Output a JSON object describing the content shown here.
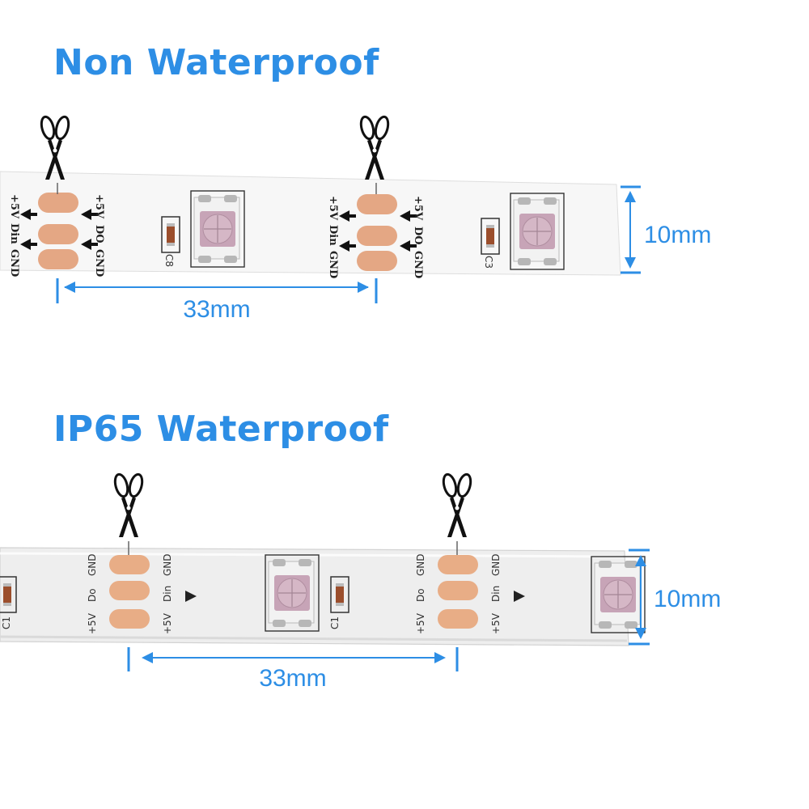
{
  "colors": {
    "accent": "#2d8ee5",
    "pad": "#e3a784",
    "strip": "#f6f6f6",
    "led_chip": "#c8a6b8"
  },
  "sections": [
    {
      "title": "Non Waterproof",
      "cut_length": "33mm",
      "width": "10mm",
      "pad_labels_left": [
        "+5V",
        "Din",
        "GND"
      ],
      "pad_labels_right": [
        "+5V",
        "DO",
        "GND"
      ],
      "capacitor_label": "C8",
      "capacitor_label_2": "C3"
    },
    {
      "title": "IP65 Waterproof",
      "cut_length": "33mm",
      "width": "10mm",
      "pad_labels_left": [
        "GND",
        "Do",
        "+5V"
      ],
      "pad_labels_right": [
        "GND",
        "Din",
        "+5V"
      ],
      "capacitor_label": "C1",
      "capacitor_label_2": "C1"
    }
  ],
  "icons": {
    "cut_marker": "scissors-icon",
    "direction": "arrow-icon",
    "led": "rgb-led-chip-icon"
  }
}
